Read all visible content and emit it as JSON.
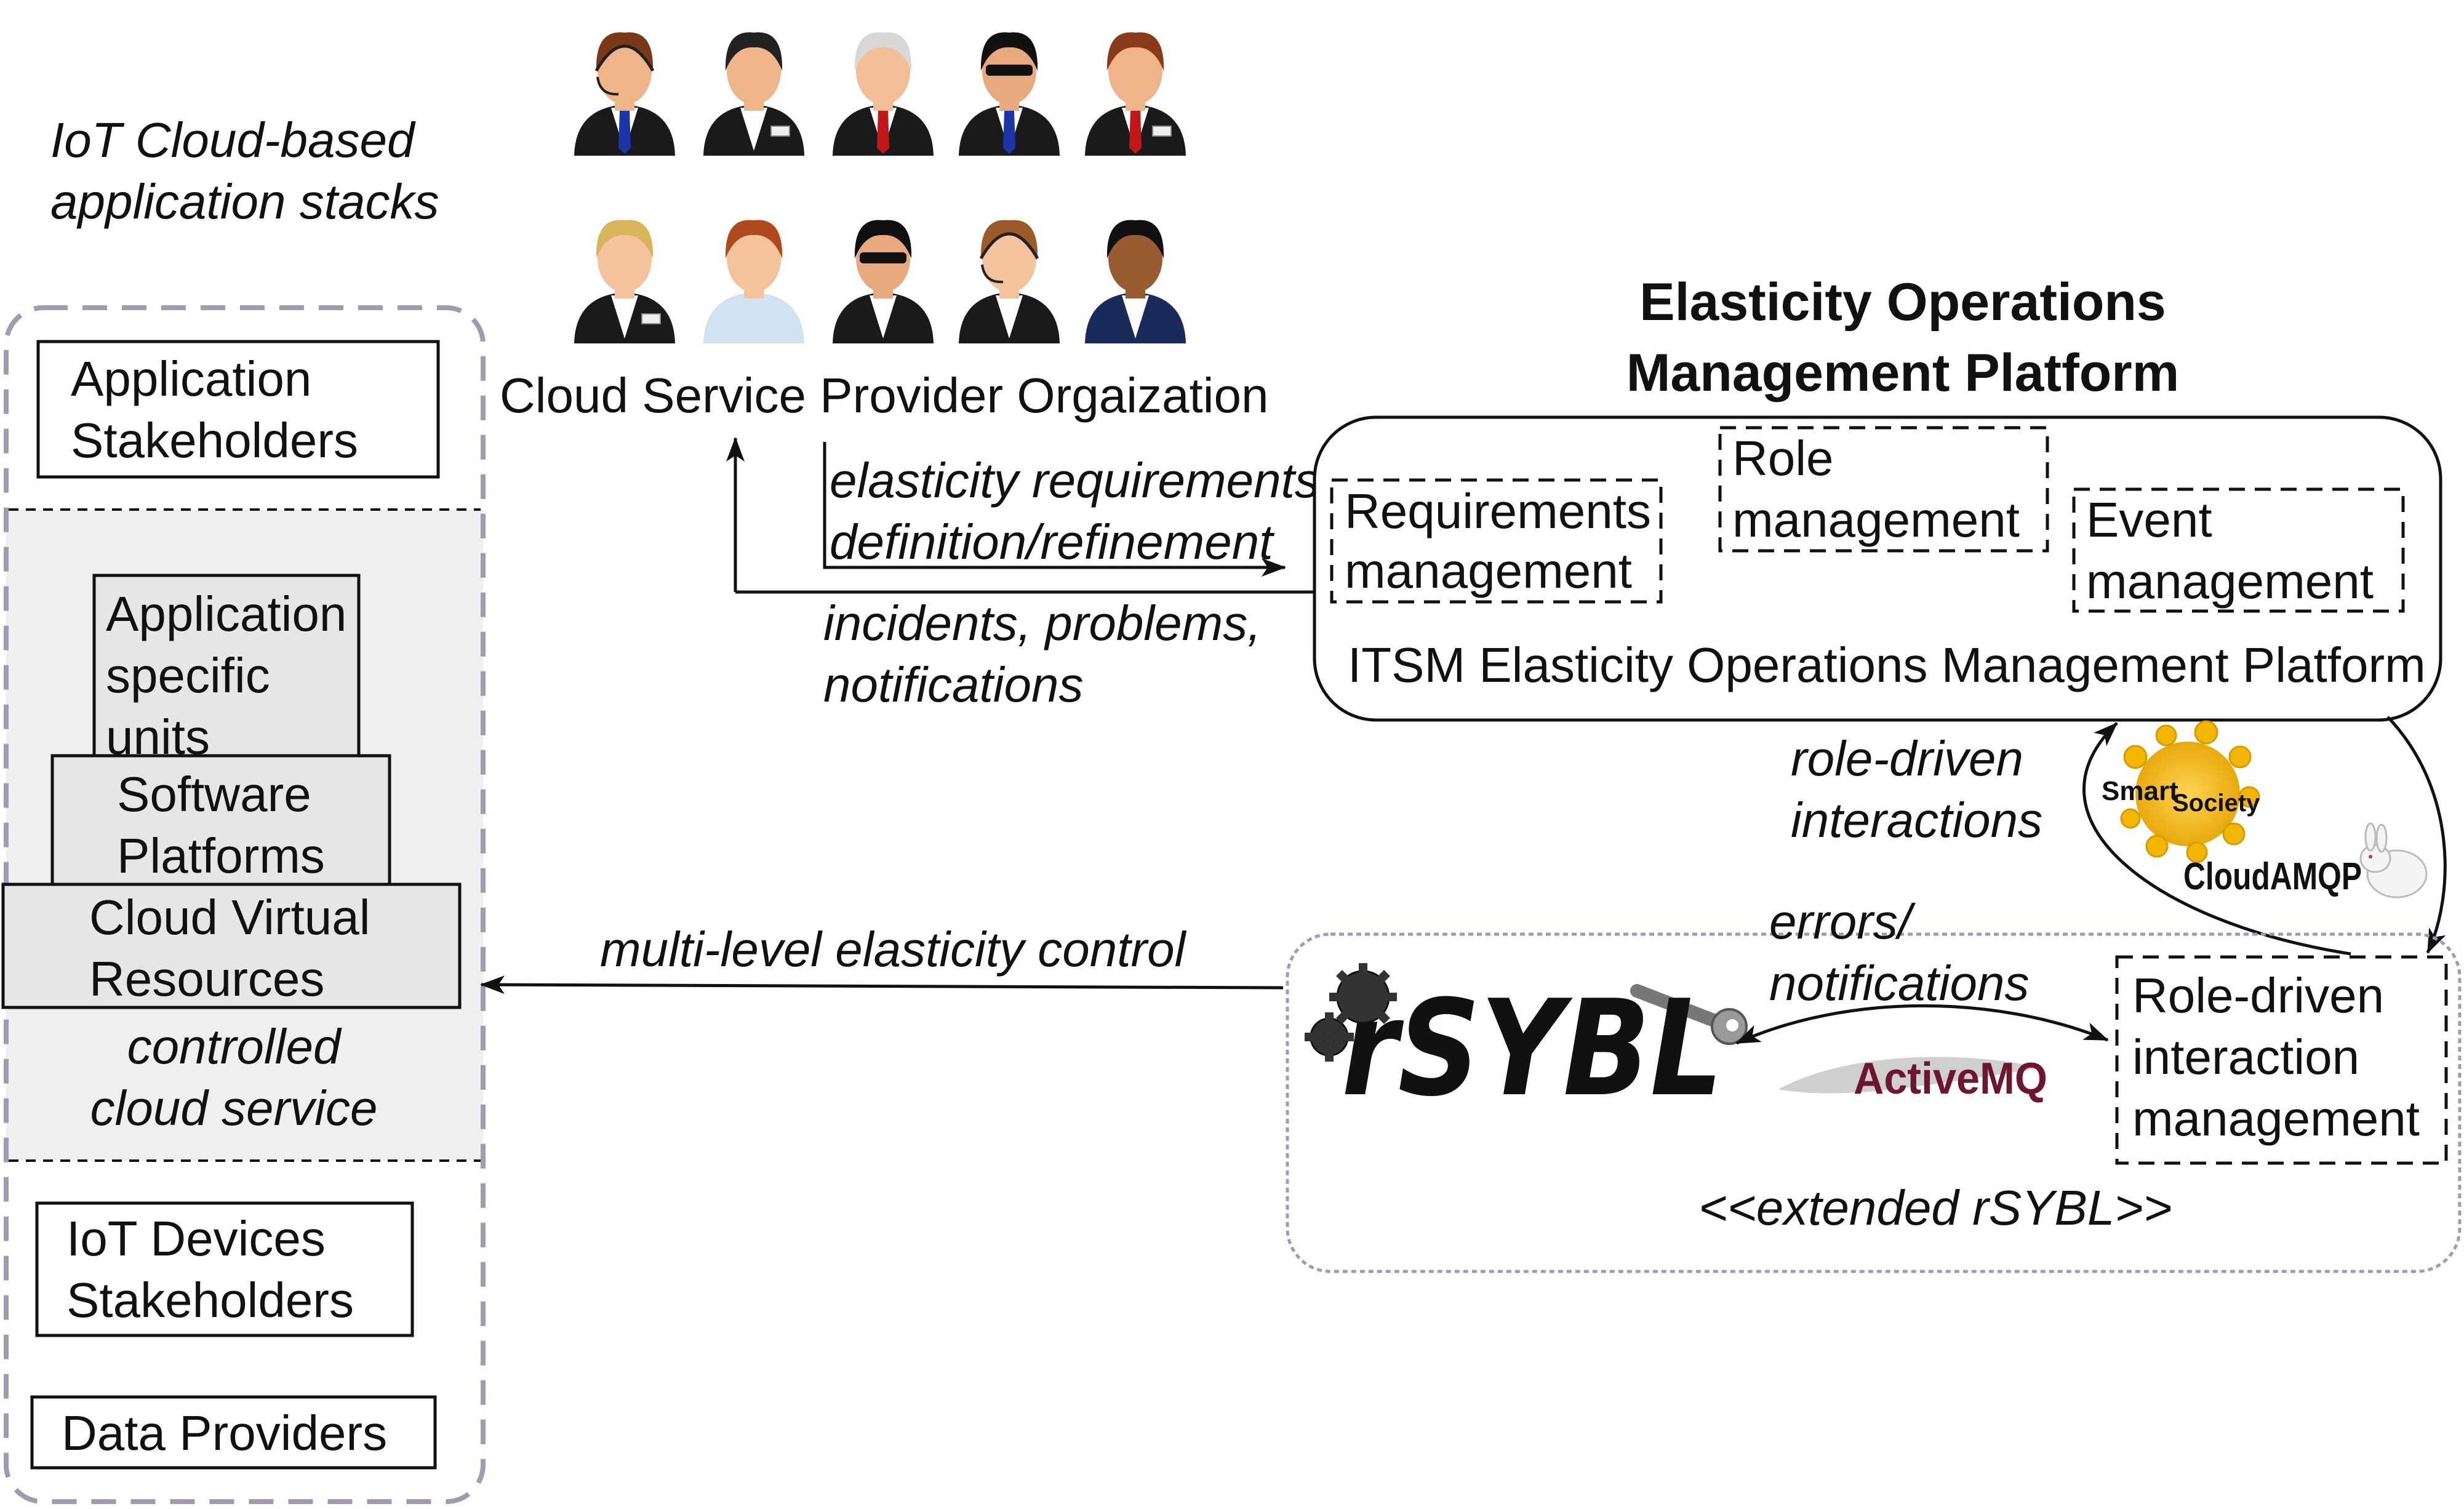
{
  "left_panel": {
    "title_lines": [
      "IoT Cloud-based",
      "application stacks"
    ],
    "app_stakeholders": [
      "Application",
      "Stakeholders"
    ],
    "app_units": [
      "Application",
      "specific",
      "units"
    ],
    "software_platforms": [
      "Software",
      "Platforms"
    ],
    "cloud_resources": [
      "Cloud Virtual",
      "Resources"
    ],
    "controlled_service": [
      "controlled",
      "cloud service"
    ],
    "iot_stakeholders": [
      "IoT Devices",
      "Stakeholders"
    ],
    "data_providers": "Data Providers"
  },
  "provider_org": {
    "label": "Cloud Service Provider Orgaization",
    "people_icons": [
      "operator-headset",
      "businessman",
      "senior-manager",
      "agent-sunglasses",
      "manager-redtie",
      "woman-blonde",
      "woman-redhair",
      "man-sunglasses",
      "woman-headset",
      "woman-darkhair"
    ]
  },
  "flows": {
    "requirements": [
      "elasticity requirements",
      "definition/refinement"
    ],
    "incidents": [
      "incidents, problems,",
      "notifications"
    ],
    "role_driven": [
      "role-driven",
      "interactions"
    ],
    "errors": [
      "errors/",
      "notifications"
    ],
    "multilevel": "multi-level elasticity control"
  },
  "platform": {
    "title_lines": [
      "Elasticity Operations",
      "Management Platform"
    ],
    "requirements_mgmt": [
      "Requirements",
      "management"
    ],
    "role_mgmt": [
      "Role",
      "management"
    ],
    "event_mgmt": [
      "Event",
      "management"
    ],
    "itsm_label": "ITSM Elasticity Operations Management Platform"
  },
  "logos": {
    "smart": "Smart",
    "society": "Society",
    "cloudamqp": "CloudAMQP",
    "activemq": "ActiveMQ",
    "rsybl": "rSYBL"
  },
  "rsybl_panel": {
    "interaction_mgmt": [
      "Role-driven",
      "interaction",
      "management"
    ],
    "label": "<<extended rSYBL>>"
  }
}
